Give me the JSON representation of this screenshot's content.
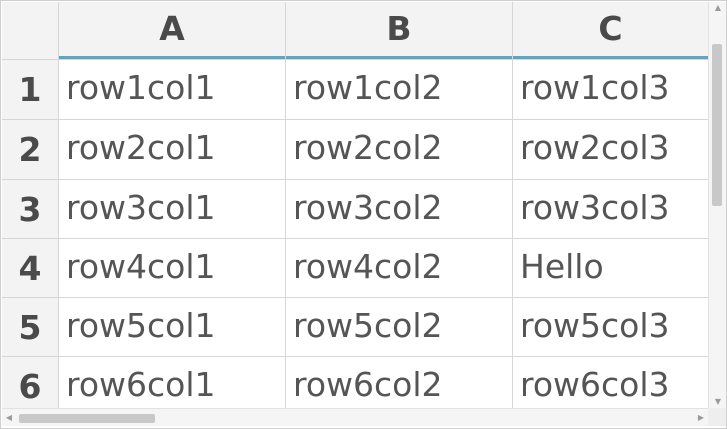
{
  "columns": [
    "A",
    "B",
    "C"
  ],
  "rows": [
    {
      "label": "1",
      "cells": [
        "row1col1",
        "row1col2",
        "row1col3"
      ]
    },
    {
      "label": "2",
      "cells": [
        "row2col1",
        "row2col2",
        "row2col3"
      ]
    },
    {
      "label": "3",
      "cells": [
        "row3col1",
        "row3col2",
        "row3col3"
      ]
    },
    {
      "label": "4",
      "cells": [
        "row4col1",
        "row4col2",
        "Hello"
      ]
    },
    {
      "label": "5",
      "cells": [
        "row5col1",
        "row5col2",
        "row5col3"
      ]
    },
    {
      "label": "6",
      "cells": [
        "row6col1",
        "row6col2",
        "row6col3"
      ]
    }
  ],
  "colors": {
    "accent": "#5aa7c8",
    "header_bg": "#f3f3f3",
    "grid_line": "#d6d6d6",
    "text": "#555555"
  },
  "icons": {
    "scroll_up": "triangle-up-icon",
    "scroll_down": "triangle-down-icon",
    "scroll_left": "triangle-left-icon",
    "scroll_right": "triangle-right-icon"
  }
}
